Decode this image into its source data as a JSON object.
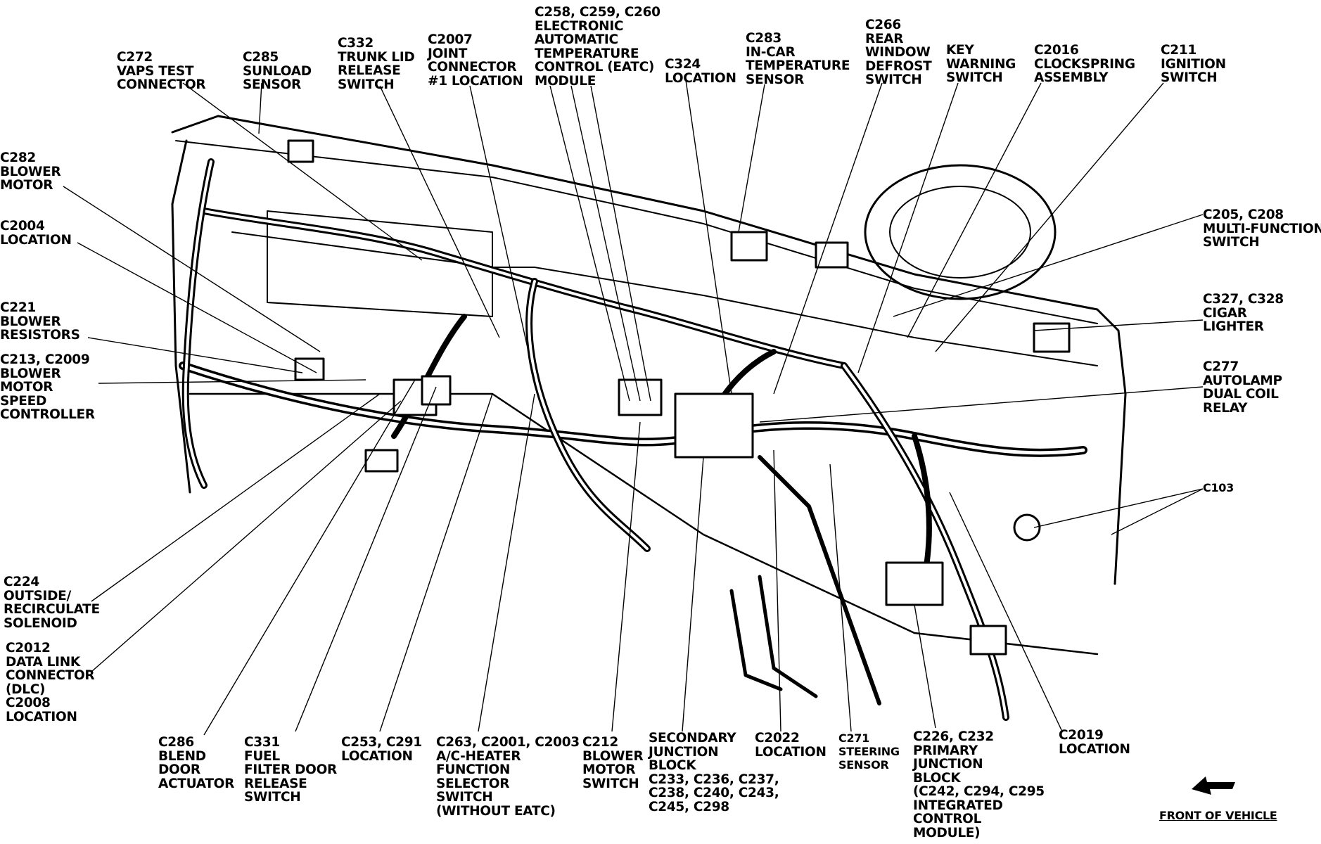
{
  "title": "",
  "labels": [
    {
      "id": "c272",
      "lines": [
        "C272",
        "VAPS TEST",
        "CONNECTOR"
      ]
    },
    {
      "id": "c285",
      "lines": [
        "C285",
        "SUNLOAD",
        "SENSOR"
      ]
    },
    {
      "id": "c332",
      "lines": [
        "C332",
        "TRUNK LID",
        "RELEASE",
        "SWITCH"
      ]
    },
    {
      "id": "c2007",
      "lines": [
        "C2007",
        "JOINT",
        "CONNECTOR",
        "#1 LOCATION"
      ]
    },
    {
      "id": "c258",
      "lines": [
        "C258, C259, C260",
        "ELECTRONIC",
        "AUTOMATIC",
        "TEMPERATURE",
        "CONTROL (EATC)",
        "MODULE"
      ]
    },
    {
      "id": "c324",
      "lines": [
        "C324",
        "LOCATION"
      ]
    },
    {
      "id": "c283",
      "lines": [
        "C283",
        "IN-CAR",
        "TEMPERATURE",
        "SENSOR"
      ]
    },
    {
      "id": "c266",
      "lines": [
        "C266",
        "REAR",
        "WINDOW",
        "DEFROST",
        "SWITCH"
      ]
    },
    {
      "id": "key",
      "lines": [
        "KEY",
        "WARNING",
        "SWITCH"
      ]
    },
    {
      "id": "c2016",
      "lines": [
        "C2016",
        "CLOCKSPRING",
        "ASSEMBLY"
      ]
    },
    {
      "id": "c211",
      "lines": [
        "C211",
        "IGNITION",
        "SWITCH"
      ]
    },
    {
      "id": "c282",
      "lines": [
        "C282",
        "BLOWER",
        "MOTOR"
      ]
    },
    {
      "id": "c2004",
      "lines": [
        "C2004",
        "LOCATION"
      ]
    },
    {
      "id": "c221",
      "lines": [
        "C221",
        "BLOWER",
        "RESISTORS"
      ]
    },
    {
      "id": "c213",
      "lines": [
        "C213, C2009",
        "BLOWER",
        "MOTOR",
        "SPEED",
        "CONTROLLER"
      ]
    },
    {
      "id": "c205",
      "lines": [
        "C205, C208",
        "MULTI-FUNCTION",
        "SWITCH"
      ]
    },
    {
      "id": "c327",
      "lines": [
        "C327, C328",
        "CIGAR",
        "LIGHTER"
      ]
    },
    {
      "id": "c277",
      "lines": [
        "C277",
        "AUTOLAMP",
        "DUAL COIL",
        "RELAY"
      ]
    },
    {
      "id": "c103",
      "lines": [
        "C103"
      ]
    },
    {
      "id": "c224",
      "lines": [
        "C224",
        "OUTSIDE/",
        "RECIRCULATE",
        "SOLENOID"
      ]
    },
    {
      "id": "c2012",
      "lines": [
        "C2012",
        "DATA LINK",
        "CONNECTOR",
        "(DLC)",
        "C2008",
        "LOCATION"
      ]
    },
    {
      "id": "c286",
      "lines": [
        "C286",
        "BLEND",
        "DOOR",
        "ACTUATOR"
      ]
    },
    {
      "id": "c331",
      "lines": [
        "C331",
        "FUEL",
        "FILTER DOOR",
        "RELEASE",
        "SWITCH"
      ]
    },
    {
      "id": "c253",
      "lines": [
        "C253, C291",
        "LOCATION"
      ]
    },
    {
      "id": "c263",
      "lines": [
        "C263, C2001, C2003",
        "A/C-HEATER",
        "FUNCTION",
        "SELECTOR",
        "SWITCH",
        "(WITHOUT EATC)"
      ]
    },
    {
      "id": "c212",
      "lines": [
        "C212",
        "BLOWER",
        "MOTOR",
        "SWITCH"
      ]
    },
    {
      "id": "secondary",
      "lines": [
        "SECONDARY",
        "JUNCTION",
        "BLOCK",
        "C233, C236, C237,",
        "C238, C240, C243,",
        "C245, C298"
      ]
    },
    {
      "id": "c2022",
      "lines": [
        "C2022",
        "LOCATION"
      ]
    },
    {
      "id": "c271",
      "lines": [
        "C271",
        "STEERING",
        "SENSOR"
      ]
    },
    {
      "id": "c226",
      "lines": [
        "C226, C232",
        "PRIMARY",
        "JUNCTION",
        "BLOCK",
        "(C242, C294, C295",
        "INTEGRATED",
        "CONTROL",
        "MODULE)"
      ]
    },
    {
      "id": "c2019",
      "lines": [
        "C2019",
        "LOCATION"
      ]
    }
  ],
  "front_of_vehicle": {
    "text": "FRONT OF VEHICLE",
    "icon": "arrow-icon"
  },
  "colors": {
    "ink": "#000000",
    "paper": "#ffffff"
  }
}
